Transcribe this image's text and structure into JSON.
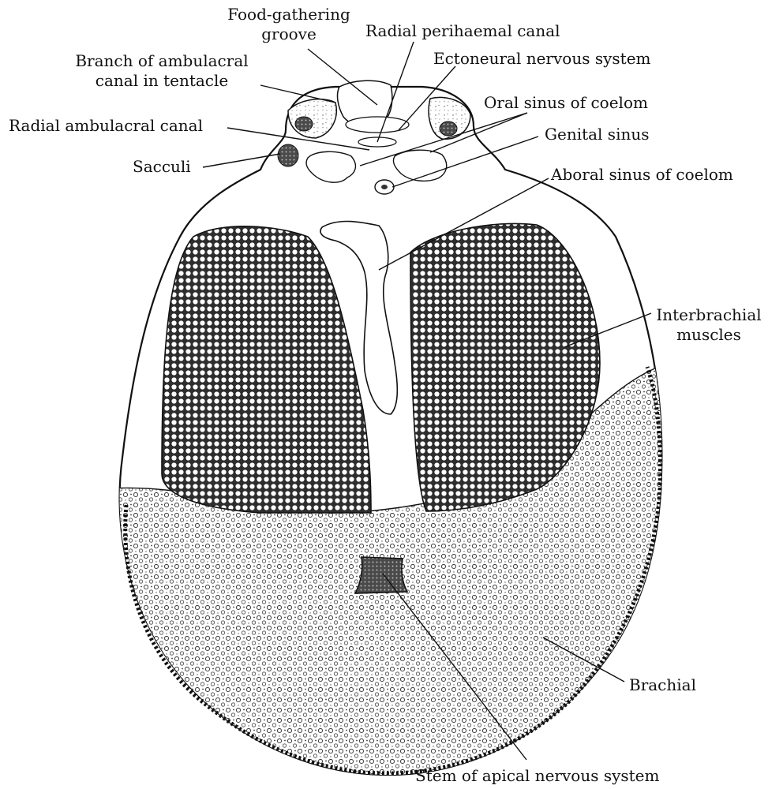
{
  "figure": {
    "labels": {
      "food_gathering_1": "Food-gathering",
      "food_gathering_2": "groove",
      "radial_perihaemal": "Radial perihaemal canal",
      "branch_ambulacral_1": "Branch of ambulacral",
      "branch_ambulacral_2": "canal in tentacle",
      "ectoneural": "Ectoneural nervous system",
      "oral_sinus": "Oral sinus of coelom",
      "radial_ambulacral": "Radial ambulacral canal",
      "genital_sinus": "Genital sinus",
      "sacculi": "Sacculi",
      "aboral_sinus": "Aboral sinus of coelom",
      "interbrachial_1": "Interbrachial",
      "interbrachial_2": "muscles",
      "brachial": "Brachial",
      "apical_stem": "Stem of apical nervous system"
    },
    "colors": {
      "ink": "#111111",
      "muscle_dark": "#3a3a3a",
      "tissue_light": "#f4f4f4",
      "paper": "#ffffff"
    }
  }
}
